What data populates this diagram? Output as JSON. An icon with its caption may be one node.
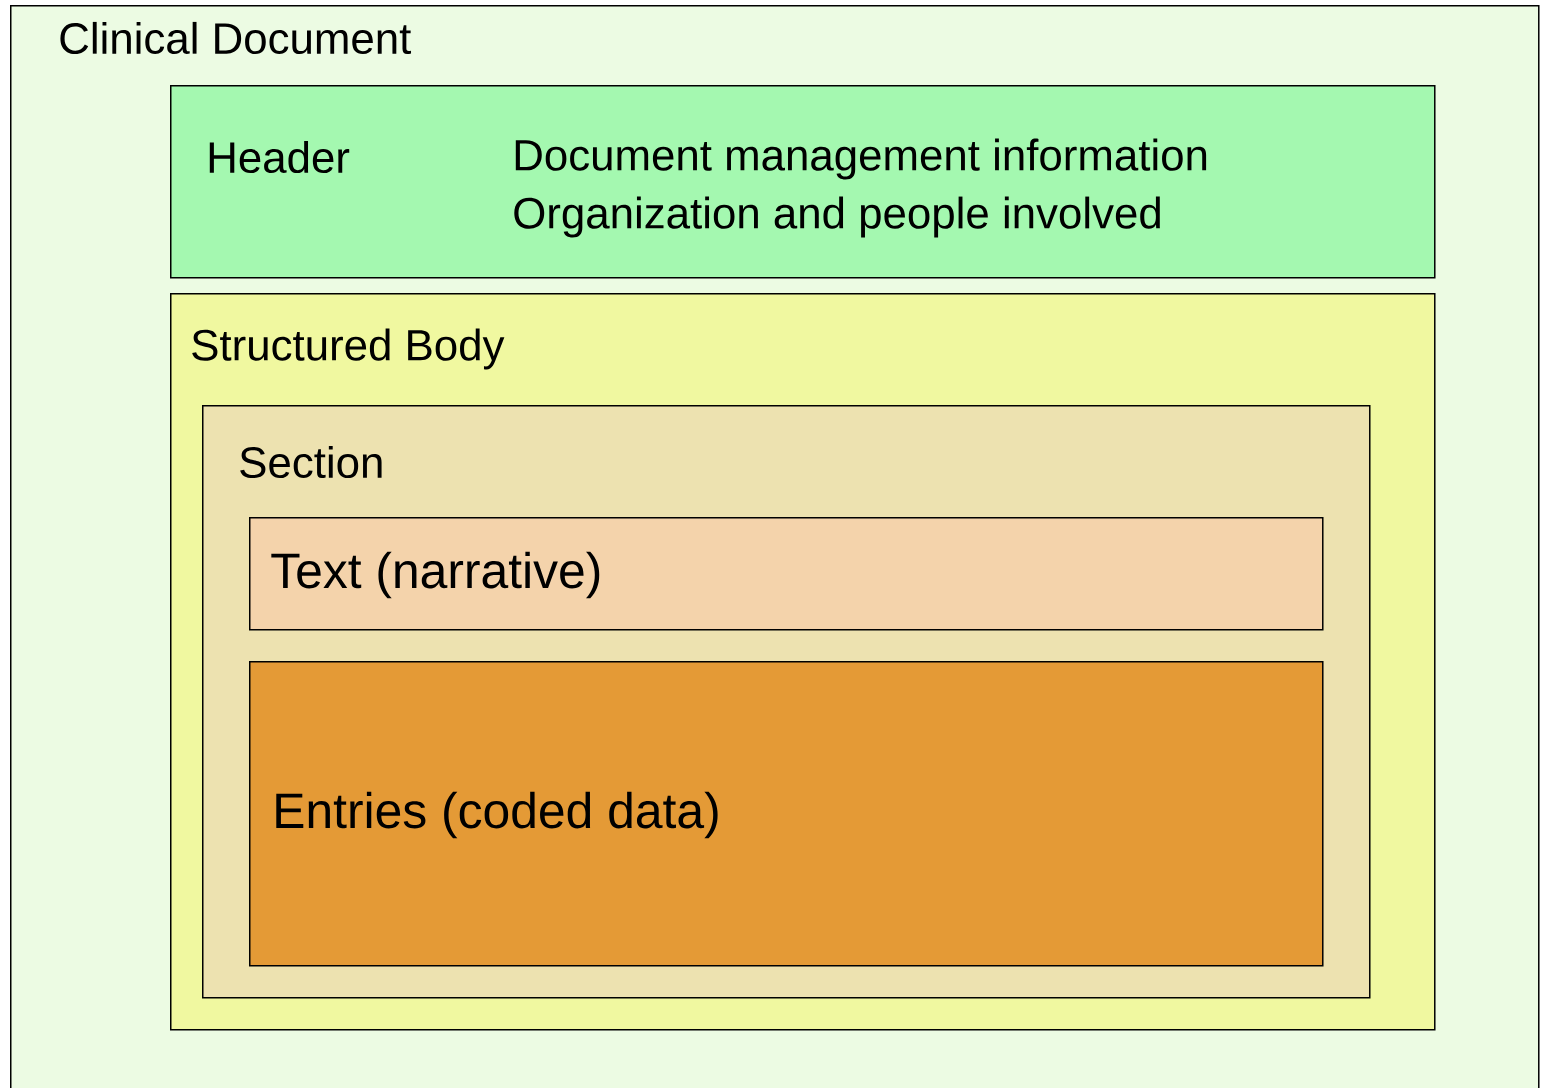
{
  "diagram": {
    "nodes": [
      {
        "text": [
          "Clinical Document"
        ]
      },
      {
        "text": [
          "Header",
          "Document management information",
          "Organization and people involved"
        ],
        "in": 0
      },
      {
        "text": [
          "Structured Body"
        ],
        "in": 0
      },
      {
        "text": [
          "Section"
        ],
        "in": 2
      },
      {
        "text": [
          "Text (narrative)"
        ],
        "in": 3
      },
      {
        "text": [
          "Entries (coded data)"
        ],
        "in": 3
      }
    ]
  }
}
